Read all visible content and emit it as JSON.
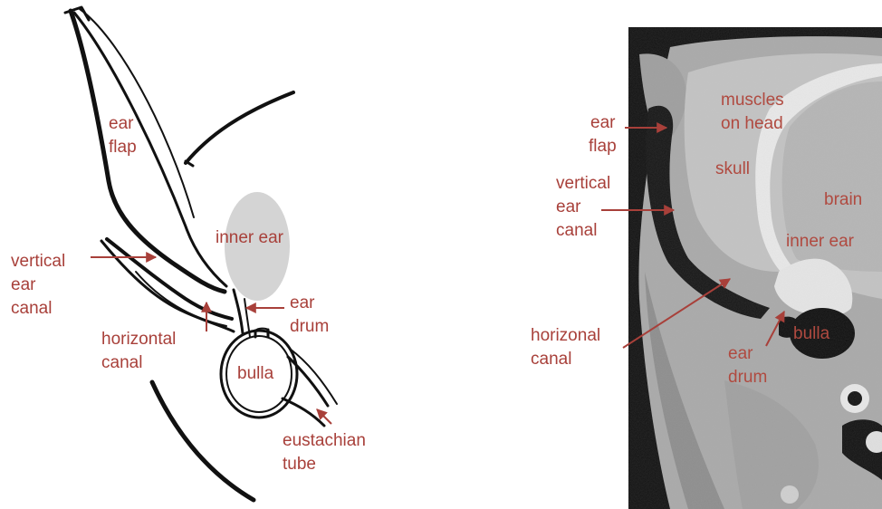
{
  "colors": {
    "label": "#a8403a",
    "label_on_scan": "#b04a40",
    "outline": "#111111",
    "inner_ear_fill": "#d4d4d4",
    "scan_background": "#111111",
    "scan_tissue": "#b9b9b9"
  },
  "left_diagram": {
    "labels": {
      "ear_flap": [
        "ear",
        "flap"
      ],
      "vertical_ear_canal": [
        "vertical",
        "ear",
        "canal"
      ],
      "inner_ear": "inner ear",
      "horizontal_canal": [
        "horizontal",
        "canal"
      ],
      "ear_drum": [
        "ear",
        "drum"
      ],
      "bulla": "bulla",
      "eustachian_tube": [
        "eustachian",
        "tube"
      ]
    }
  },
  "right_scan": {
    "labels": {
      "ear_flap": [
        "ear",
        "flap"
      ],
      "vertical_ear_canal": [
        "vertical",
        "ear",
        "canal"
      ],
      "horizonal_canal": [
        "horizonal",
        "canal"
      ],
      "muscles_on_head": [
        "muscles",
        "on head"
      ],
      "skull": "skull",
      "brain": "brain",
      "inner_ear": "inner ear",
      "bulla": "bulla",
      "ear_drum": [
        "ear",
        "drum"
      ]
    }
  }
}
